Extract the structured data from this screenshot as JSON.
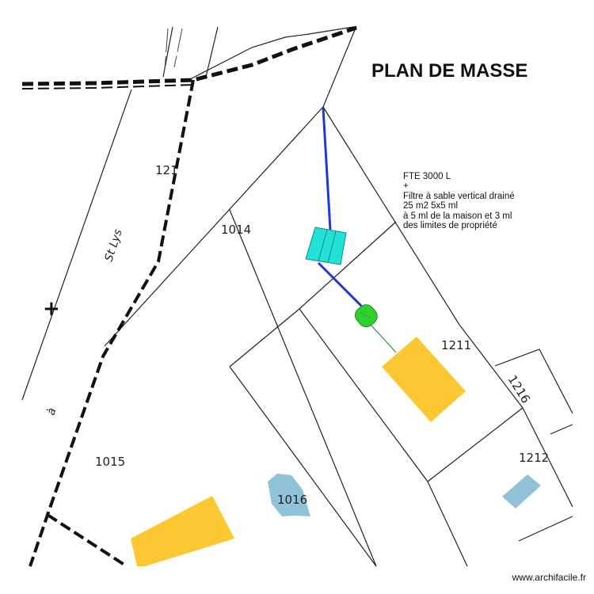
{
  "title": "PLAN DE MASSE",
  "note": {
    "lines": [
      "FTE 3000 L",
      "+",
      "Filtre à sable vertical drainé",
      "25 m2 5x5 ml",
      "à 5 ml de la maison et 3 ml",
      "des limites de propriété"
    ]
  },
  "parcels": {
    "p121": "121",
    "p1014": "1014",
    "p1015": "1015",
    "p1016": "1016",
    "p1211": "1211",
    "p1212": "1212",
    "p1216": "1216"
  },
  "street": {
    "name": "St Lys",
    "marker": "+",
    "small_letter": "à"
  },
  "colors": {
    "house": "#fcc832",
    "pool": "#90c3d8",
    "fte_tank": "#22e1d6",
    "sand_filter": "#2dd12d",
    "pipe_blue": "#1f3ad6",
    "pipe_green": "#1a9a3a",
    "boundary": "#222222"
  },
  "footer": "www.archifacile.fr"
}
